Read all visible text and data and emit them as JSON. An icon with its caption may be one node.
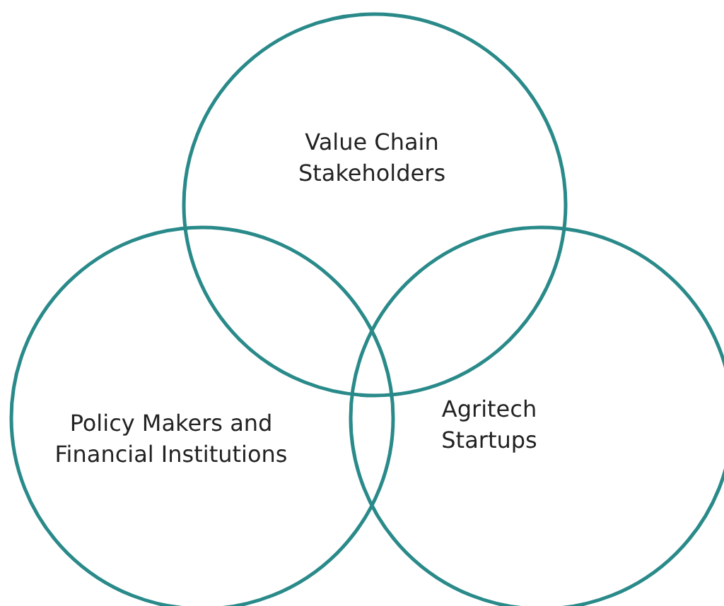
{
  "diagram": {
    "nodes": [
      {
        "text": [
          "Value Chain Stakeholders"
        ]
      },
      {
        "text": [
          "Policy Makers and Financial Institutions"
        ]
      },
      {
        "text": [
          "Agritech Startups"
        ]
      }
    ]
  }
}
